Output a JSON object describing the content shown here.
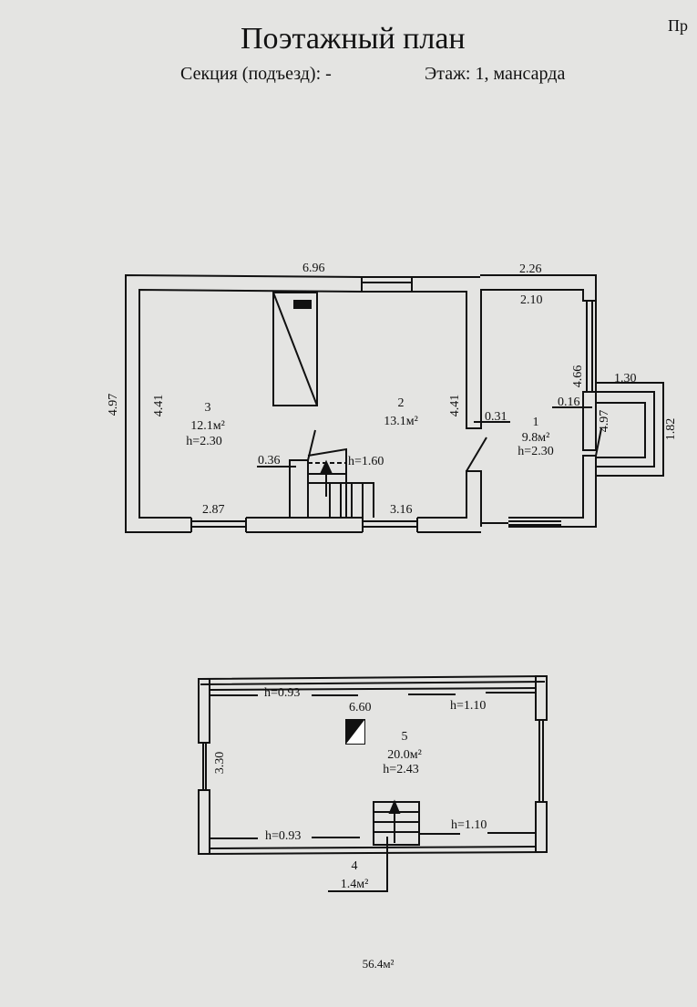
{
  "header": {
    "title": "Поэтажный план",
    "section": "Секция (подъезд): -",
    "floor": "Этаж: 1, мансарда",
    "corner_cut": "Пр"
  },
  "floor1": {
    "dims": {
      "top_left": "6.96",
      "top_right": "2.26",
      "inner_top_right": "2.10",
      "outer_left": "4.97",
      "inner_left": "4.41",
      "partition": "4.41",
      "bottom_left": "2.87",
      "bottom_mid": "3.16",
      "wall_036": "0.36",
      "wall_031": "0.31",
      "wall_016": "0.16",
      "right_466": "4.66",
      "right_497": "4.97",
      "porch_width": "1.30",
      "porch_depth": "1.82",
      "stair_height": "h=1.60"
    },
    "rooms": [
      {
        "number": "1",
        "area": "9.8м²",
        "height": "h=2.30"
      },
      {
        "number": "2",
        "area": "13.1м²",
        "height": ""
      },
      {
        "number": "3",
        "area": "12.1м²",
        "height": "h=2.30"
      }
    ]
  },
  "attic": {
    "dims": {
      "length": "6.60",
      "width": "3.30"
    },
    "heights": {
      "tl": "h=0.93",
      "tr": "h=1.10",
      "bl": "h=0.93",
      "br": "h=1.10"
    },
    "rooms": [
      {
        "number": "5",
        "area": "20.0м²",
        "height": "h=2.43"
      },
      {
        "number": "4",
        "area": "1.4м²"
      }
    ]
  },
  "total_area": "56.4м²"
}
